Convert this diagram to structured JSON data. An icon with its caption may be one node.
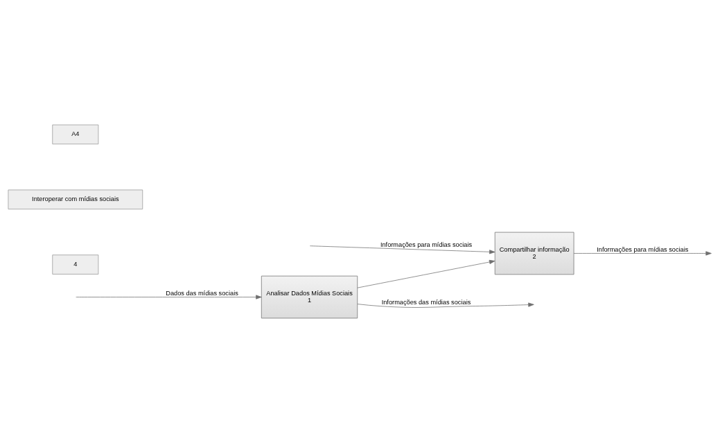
{
  "diagram": {
    "nodes": [
      {
        "text": [
          "Analisar Dados Mídias Sociais",
          "1"
        ]
      },
      {
        "text": [
          "Compartilhar informação",
          "2"
        ]
      }
    ],
    "edges": [
      {
        "from": null,
        "to": 0,
        "arrow": "to",
        "label": "Dados das mídias sociais"
      },
      {
        "from": 0,
        "to": null,
        "arrow": "to",
        "label": "Informações das mídias sociais"
      },
      {
        "from": 0,
        "to": 1,
        "arrow": "to"
      },
      {
        "from": null,
        "to": 1,
        "arrow": "to",
        "label": "Informações para mídias sociais"
      },
      {
        "from": 1,
        "to": null,
        "arrow": "to",
        "label": "Informações para mídias sociais"
      }
    ],
    "labels": [
      "A4",
      "Interoperar com mídias sociais",
      "4"
    ]
  }
}
